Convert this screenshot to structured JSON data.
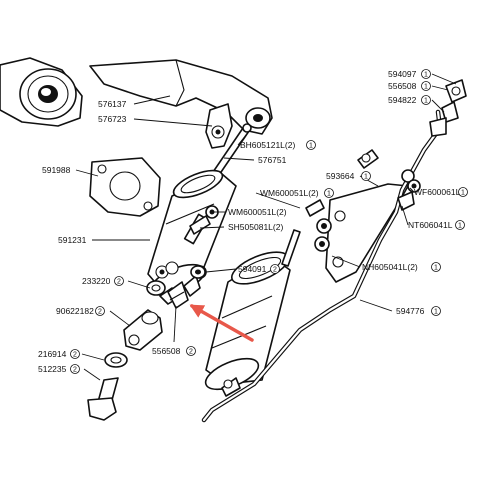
{
  "parts": [
    {
      "part_no": "576137",
      "qty": ""
    },
    {
      "part_no": "576723",
      "qty": ""
    },
    {
      "part_no": "BH605121L(2)",
      "qty": "1"
    },
    {
      "part_no": "576751",
      "qty": ""
    },
    {
      "part_no": "591988",
      "qty": ""
    },
    {
      "part_no": "593664",
      "qty": "1"
    },
    {
      "part_no": "WM600051L(2)",
      "qty": "1"
    },
    {
      "part_no": "WM600051L(2)",
      "qty": ""
    },
    {
      "part_no": "SH505081L(2)",
      "qty": ""
    },
    {
      "part_no": "591231",
      "qty": ""
    },
    {
      "part_no": "594091",
      "qty": "2"
    },
    {
      "part_no": "233220",
      "qty": "2"
    },
    {
      "part_no": "90622182",
      "qty": "2"
    },
    {
      "part_no": "556508",
      "qty": "2"
    },
    {
      "part_no": "216914",
      "qty": "2"
    },
    {
      "part_no": "512235",
      "qty": "2"
    },
    {
      "part_no": "594776",
      "qty": "1"
    },
    {
      "part_no": "NH605041L(2)",
      "qty": "1"
    },
    {
      "part_no": "NT606041L",
      "qty": "1"
    },
    {
      "part_no": "WF600061L",
      "qty": "1"
    },
    {
      "part_no": "594822",
      "qty": "1"
    },
    {
      "part_no": "556508",
      "qty": "1"
    },
    {
      "part_no": "594097",
      "qty": "1"
    }
  ],
  "colors": {
    "line": "#111111",
    "highlight_arrow": "#e8584a",
    "background": "#ffffff"
  }
}
